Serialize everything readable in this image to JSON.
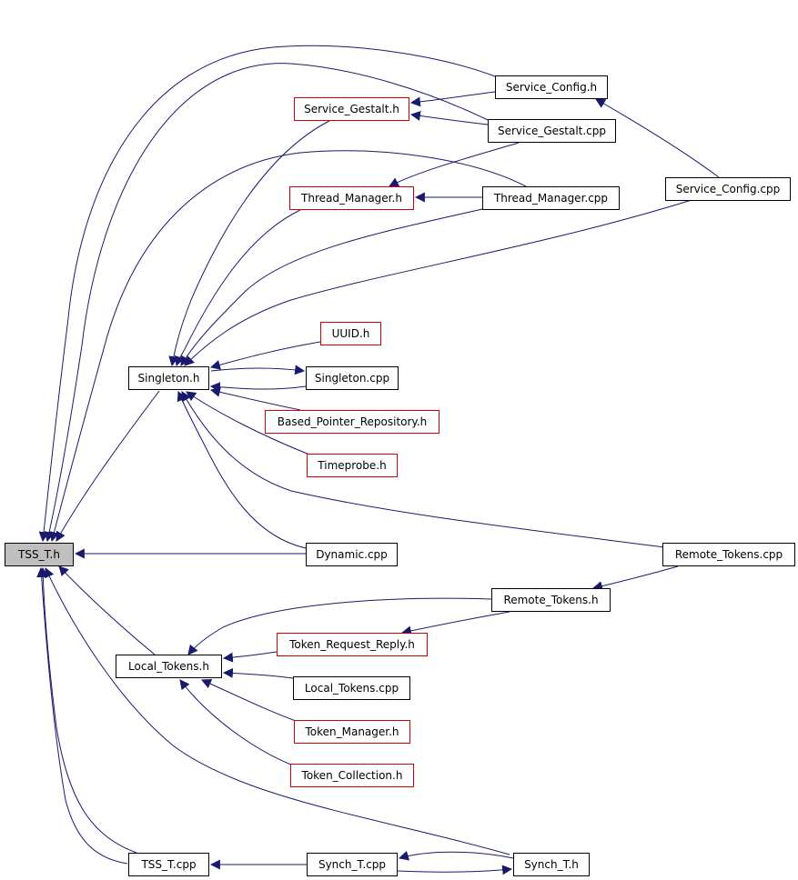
{
  "colors": {
    "edge": "#191970",
    "node_border_default": "#000000",
    "node_border_red": "#d00000",
    "focus_fill": "#bfbfbf"
  },
  "nodes": {
    "tss_t_h": {
      "label": "TSS_T.h",
      "style": "focus"
    },
    "service_config_h": {
      "label": "Service_Config.h",
      "style": "black"
    },
    "service_gestalt_h": {
      "label": "Service_Gestalt.h",
      "style": "red"
    },
    "service_gestalt_cpp": {
      "label": "Service_Gestalt.cpp",
      "style": "black"
    },
    "thread_manager_h": {
      "label": "Thread_Manager.h",
      "style": "red"
    },
    "thread_manager_cpp": {
      "label": "Thread_Manager.cpp",
      "style": "black"
    },
    "service_config_cpp": {
      "label": "Service_Config.cpp",
      "style": "black"
    },
    "uuid_h": {
      "label": "UUID.h",
      "style": "red"
    },
    "singleton_h": {
      "label": "Singleton.h",
      "style": "black"
    },
    "singleton_cpp": {
      "label": "Singleton.cpp",
      "style": "black"
    },
    "based_pointer_repository_h": {
      "label": "Based_Pointer_Repository.h",
      "style": "red"
    },
    "timeprobe_h": {
      "label": "Timeprobe.h",
      "style": "red"
    },
    "dynamic_cpp": {
      "label": "Dynamic.cpp",
      "style": "black"
    },
    "remote_tokens_cpp": {
      "label": "Remote_Tokens.cpp",
      "style": "black"
    },
    "remote_tokens_h": {
      "label": "Remote_Tokens.h",
      "style": "black"
    },
    "token_request_reply_h": {
      "label": "Token_Request_Reply.h",
      "style": "red"
    },
    "local_tokens_h": {
      "label": "Local_Tokens.h",
      "style": "black"
    },
    "local_tokens_cpp": {
      "label": "Local_Tokens.cpp",
      "style": "black"
    },
    "token_manager_h": {
      "label": "Token_Manager.h",
      "style": "red"
    },
    "token_collection_h": {
      "label": "Token_Collection.h",
      "style": "red"
    },
    "tss_t_cpp": {
      "label": "TSS_T.cpp",
      "style": "black"
    },
    "synch_t_cpp": {
      "label": "Synch_T.cpp",
      "style": "black"
    },
    "synch_t_h": {
      "label": "Synch_T.h",
      "style": "black"
    }
  },
  "edges": [
    [
      "service_config_h",
      "tss_t_h"
    ],
    [
      "service_gestalt_cpp",
      "tss_t_h"
    ],
    [
      "thread_manager_cpp",
      "tss_t_h"
    ],
    [
      "singleton_h",
      "tss_t_h"
    ],
    [
      "dynamic_cpp",
      "tss_t_h"
    ],
    [
      "local_tokens_h",
      "tss_t_h"
    ],
    [
      "tss_t_cpp",
      "tss_t_h"
    ],
    [
      "synch_t_h",
      "tss_t_h"
    ],
    [
      "synch_t_cpp",
      "tss_t_h"
    ],
    [
      "service_config_h",
      "service_gestalt_h"
    ],
    [
      "service_gestalt_cpp",
      "service_gestalt_h"
    ],
    [
      "service_gestalt_cpp",
      "thread_manager_h"
    ],
    [
      "thread_manager_cpp",
      "thread_manager_h"
    ],
    [
      "service_config_cpp",
      "service_config_h"
    ],
    [
      "service_gestalt_h",
      "singleton_h"
    ],
    [
      "thread_manager_h",
      "singleton_h"
    ],
    [
      "thread_manager_cpp",
      "singleton_h"
    ],
    [
      "service_config_cpp",
      "singleton_h"
    ],
    [
      "uuid_h",
      "singleton_h"
    ],
    [
      "singleton_cpp",
      "singleton_h"
    ],
    [
      "singleton_h",
      "singleton_cpp"
    ],
    [
      "based_pointer_repository_h",
      "singleton_h"
    ],
    [
      "timeprobe_h",
      "singleton_h"
    ],
    [
      "dynamic_cpp",
      "singleton_h"
    ],
    [
      "remote_tokens_cpp",
      "singleton_h"
    ],
    [
      "remote_tokens_cpp",
      "remote_tokens_h"
    ],
    [
      "remote_tokens_h",
      "token_request_reply_h"
    ],
    [
      "remote_tokens_h",
      "local_tokens_h"
    ],
    [
      "token_request_reply_h",
      "local_tokens_h"
    ],
    [
      "local_tokens_cpp",
      "local_tokens_h"
    ],
    [
      "token_manager_h",
      "local_tokens_h"
    ],
    [
      "token_collection_h",
      "local_tokens_h"
    ],
    [
      "synch_t_cpp",
      "tss_t_cpp"
    ],
    [
      "synch_t_h",
      "synch_t_cpp"
    ],
    [
      "synch_t_cpp",
      "synch_t_h"
    ]
  ]
}
